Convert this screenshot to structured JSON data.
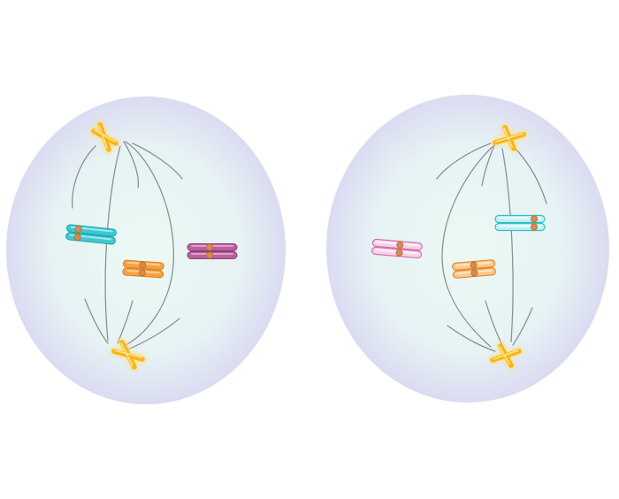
{
  "diagram": {
    "title": "",
    "labels": [],
    "cells": [
      {
        "name": "cell-left",
        "centrosome_count": 2,
        "chromosomes": [
          {
            "name": "cyan",
            "color": "#3fc9cf"
          },
          {
            "name": "orange",
            "color": "#f6a146"
          },
          {
            "name": "magenta",
            "color": "#b9609f"
          }
        ]
      },
      {
        "name": "cell-right",
        "centrosome_count": 2,
        "chromosomes": [
          {
            "name": "pink",
            "color": "#ef9fd0"
          },
          {
            "name": "orange",
            "color": "#f6a146"
          },
          {
            "name": "cyan",
            "color": "#7fe0e4"
          }
        ]
      }
    ]
  },
  "colors": {
    "background": "#ffffff",
    "cytoplasm_center": "#e9f7f3",
    "cytoplasm_edge": "#d8d6f1",
    "spindle_fiber": "#8a9294",
    "centrosome": "#f9b516",
    "centromere": "#d98a4c"
  }
}
